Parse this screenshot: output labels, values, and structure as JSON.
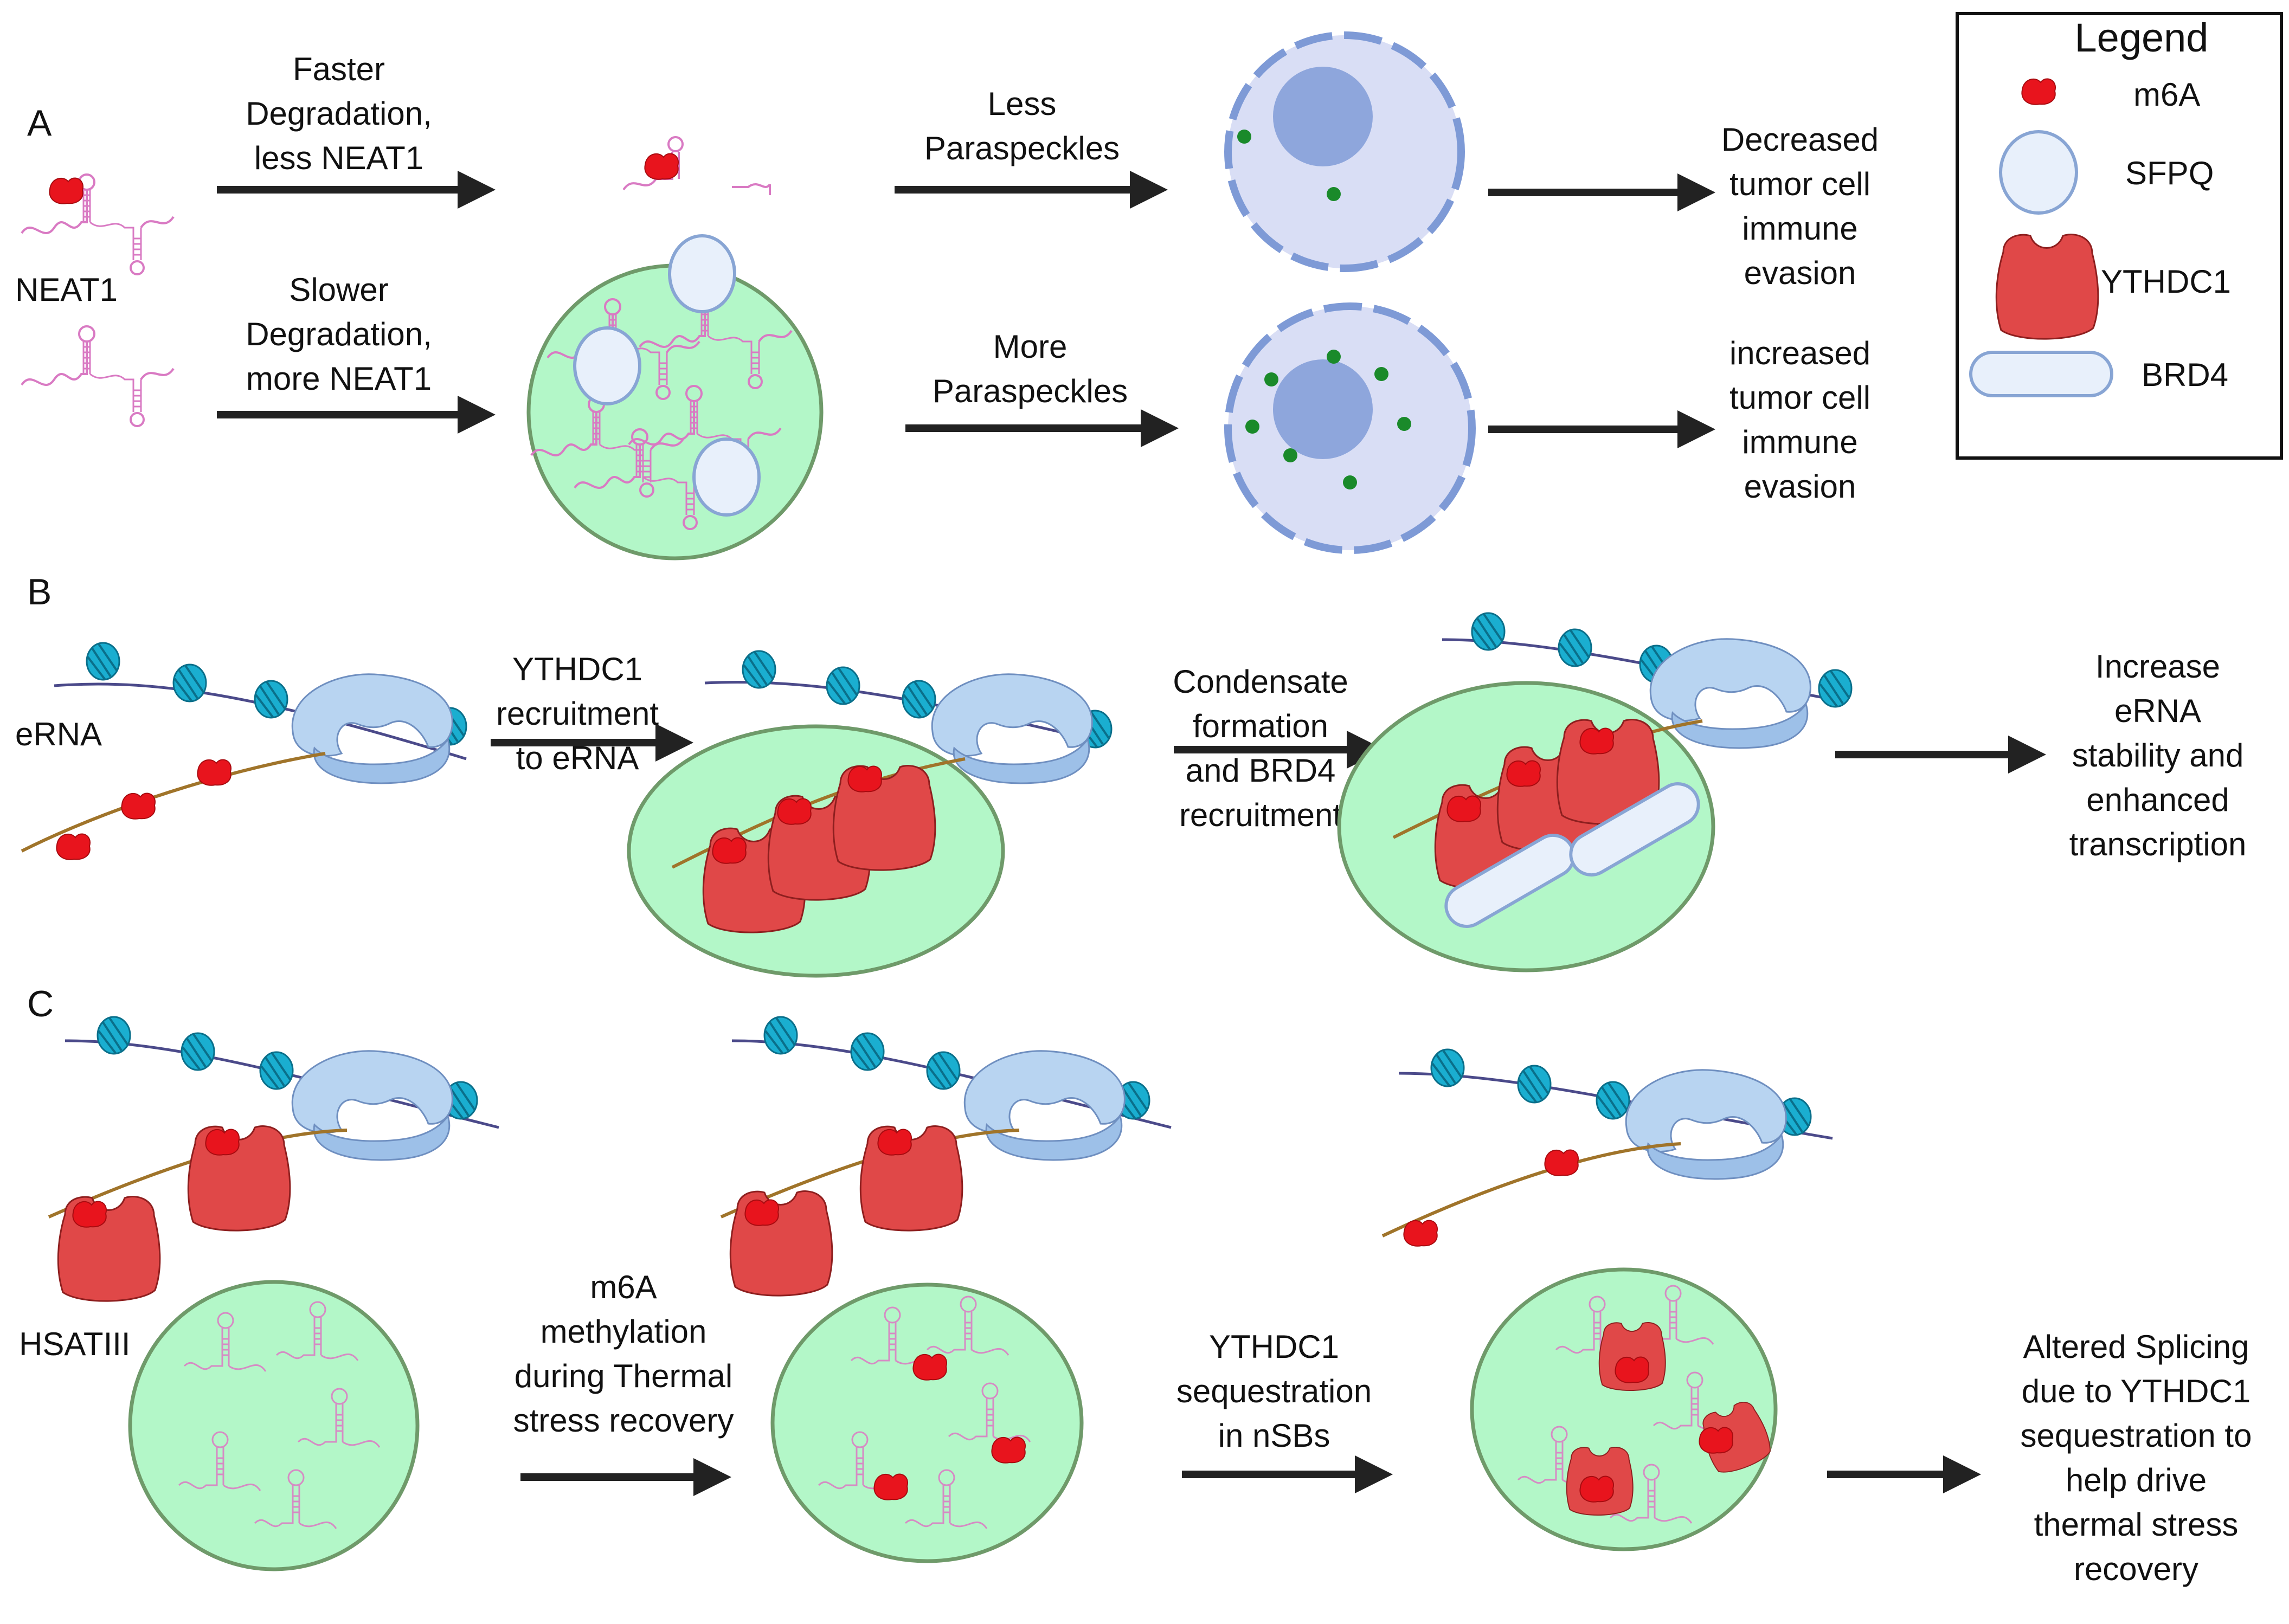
{
  "panels": {
    "a": {
      "letter": "A",
      "neat1_label": "NEAT1",
      "arrow_top": [
        "Faster",
        "Degradation,",
        "less NEAT1"
      ],
      "arrow_bottom": [
        "Slower",
        "Degradation,",
        "more NEAT1"
      ],
      "mid_top": [
        "Less",
        "Paraspeckles"
      ],
      "mid_bottom": [
        "More",
        "Paraspeckles"
      ],
      "out_top": [
        "Decreased",
        "tumor cell",
        "immune",
        "evasion"
      ],
      "out_bottom": [
        "increased",
        "tumor cell",
        "immune",
        "evasion"
      ]
    },
    "b": {
      "letter": "B",
      "erna_label": "eRNA",
      "step1": [
        "YTHDC1",
        "recruitment",
        "to eRNA"
      ],
      "step2": [
        "Condensate",
        "formation",
        "and BRD4",
        "recruitment"
      ],
      "outcome": [
        "Increase",
        "eRNA",
        "stability and",
        "enhanced",
        "transcription"
      ]
    },
    "c": {
      "letter": "C",
      "hsatiii_label": "HSATIII",
      "step1": [
        "m6A",
        "methylation",
        "during Thermal",
        "stress recovery"
      ],
      "step2": [
        "YTHDC1",
        "sequestration",
        "in nSBs"
      ],
      "outcome": [
        "Altered Splicing",
        "due to YTHDC1",
        "sequestration to",
        "help drive",
        "thermal stress",
        "recovery"
      ]
    }
  },
  "legend": {
    "title": "Legend",
    "items": [
      {
        "label": "m6A",
        "icon": "m6a-icon"
      },
      {
        "label": "SFPQ",
        "icon": "sfpq-icon"
      },
      {
        "label": "YTHDC1",
        "icon": "ythdc1-icon"
      },
      {
        "label": "BRD4",
        "icon": "brd4-icon"
      }
    ]
  },
  "colors": {
    "condensate_fill": "#b3f7c8",
    "condensate_stroke": "#6f9a6a",
    "cell_fill": "#d9def5",
    "cell_stroke": "#7e9ad6",
    "nucleolus": "#8ea6dc",
    "paraspeckle_dot": "#1a8a2a",
    "rna_pink": "#d97ac3",
    "m6a_red": "#e8141d",
    "ythdc1_red": "#e04848",
    "sfpq_fill": "#e8f0fb",
    "sfpq_stroke": "#88a5d4",
    "nucleosome": "#1aaed0",
    "dna_line": "#4b4a8a",
    "transcript": "#a0742a",
    "polymerase": "#b8d4f1",
    "arrow": "#222222"
  }
}
